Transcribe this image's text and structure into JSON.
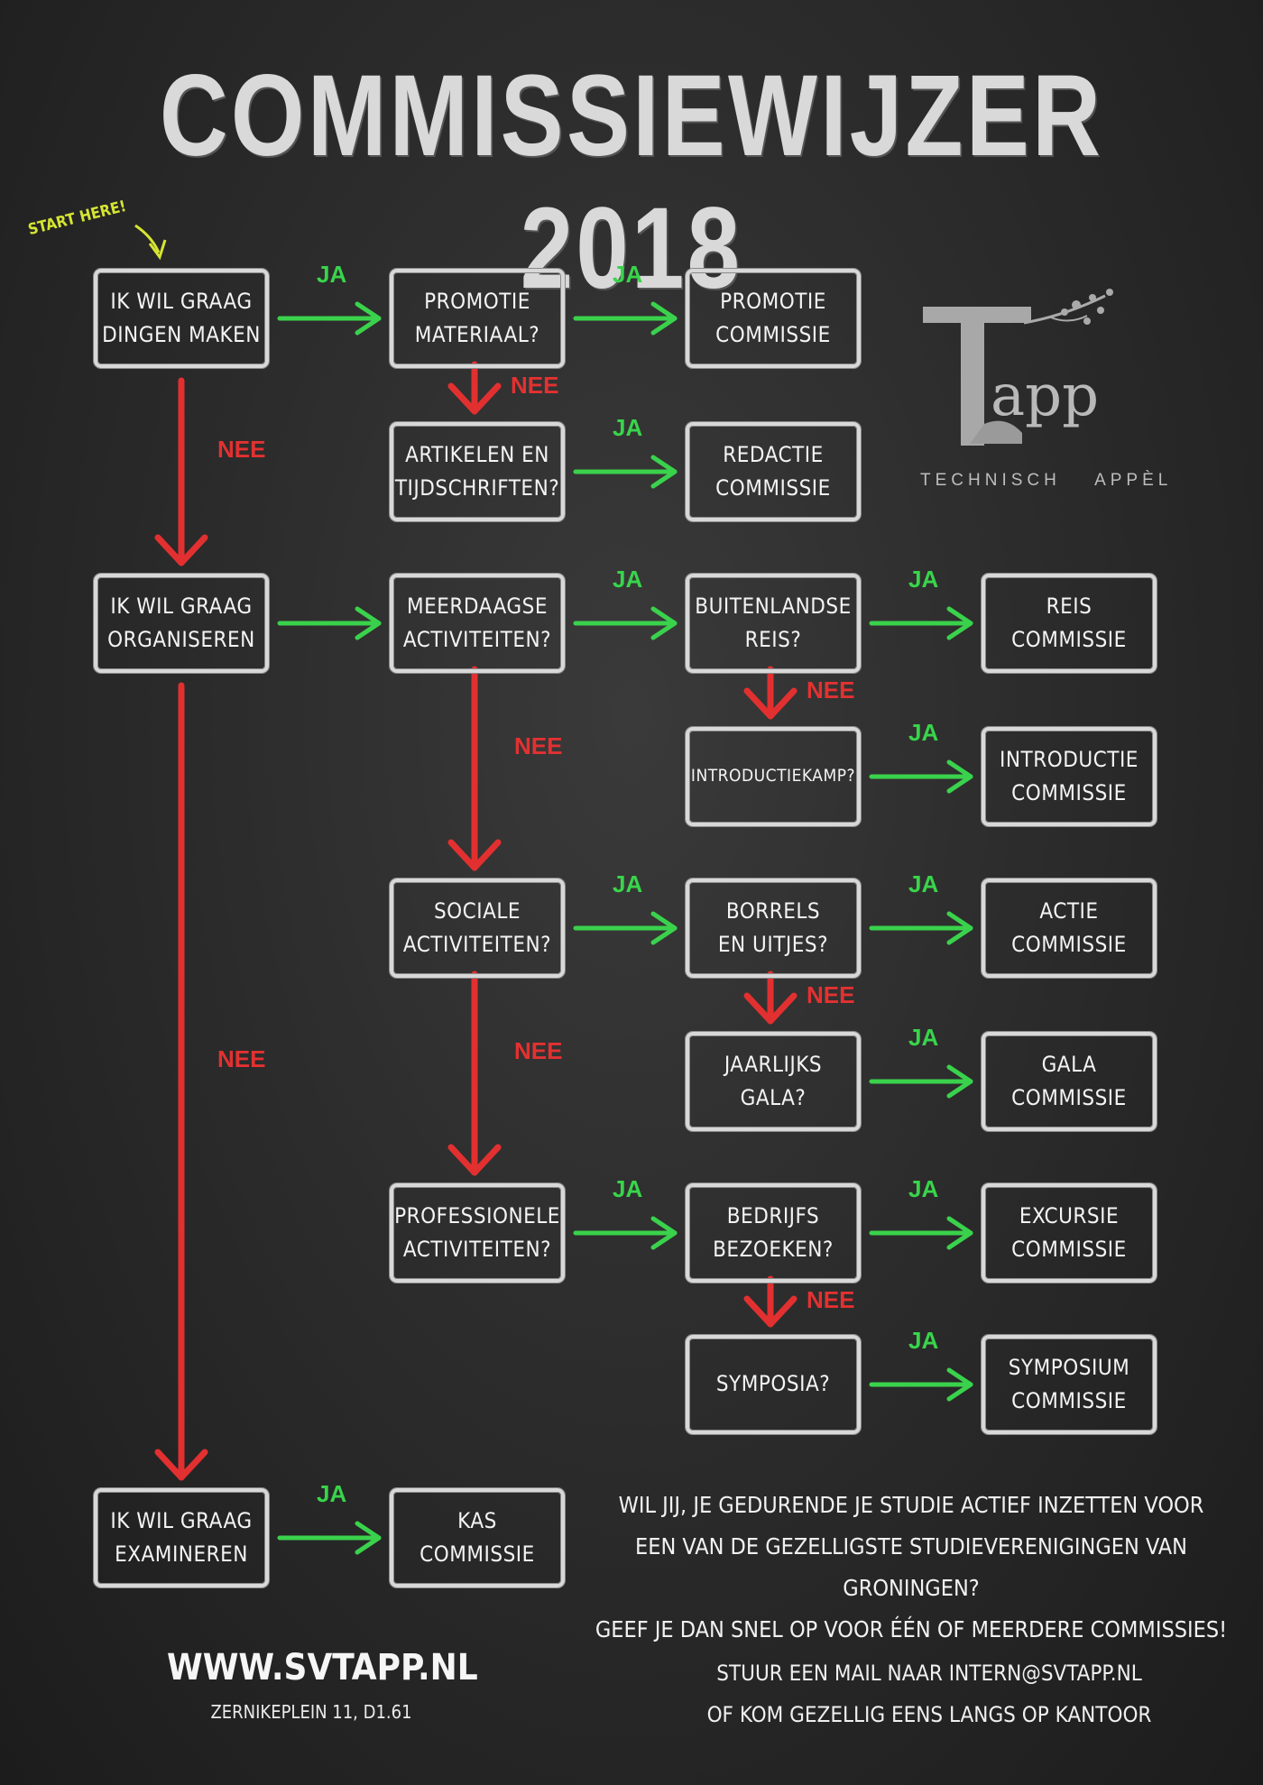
{
  "title": "COMMISSIEWIJZER 2018",
  "start_label": "START HERE!",
  "nodes": [
    {
      "id": "n1",
      "text": "IK WIL GRAAG\nDINGEN MAKEN"
    },
    {
      "id": "n2",
      "text": "PROMOTIE\nMATERIAAL?"
    },
    {
      "id": "n3",
      "text": "PROMOTIE\nCOMMISSIE"
    },
    {
      "id": "n4",
      "text": "ARTIKELEN EN\nTIJDSCHRIFTEN?"
    },
    {
      "id": "n5",
      "text": "REDACTIE\nCOMMISSIE"
    },
    {
      "id": "n6",
      "text": "IK WIL GRAAG\nORGANISEREN"
    },
    {
      "id": "n7",
      "text": "MEERDAAGSE\nACTIVITEITEN?"
    },
    {
      "id": "n8",
      "text": "BUITENLANDSE\nREIS?"
    },
    {
      "id": "n9",
      "text": "REIS\nCOMMISSIE"
    },
    {
      "id": "n10",
      "text": "INTRODUCTIEKAMP?"
    },
    {
      "id": "n11",
      "text": "INTRODUCTIE\nCOMMISSIE"
    },
    {
      "id": "n12",
      "text": "SOCIALE\nACTIVITEITEN?"
    },
    {
      "id": "n13",
      "text": "BORRELS\nEN UITJES?"
    },
    {
      "id": "n14",
      "text": "ACTIE\nCOMMISSIE"
    },
    {
      "id": "n15",
      "text": "JAARLIJKS\nGALA?"
    },
    {
      "id": "n16",
      "text": "GALA\nCOMMISSIE"
    },
    {
      "id": "n17",
      "text": "PROFESSIONELE\nACTIVITEITEN?"
    },
    {
      "id": "n18",
      "text": "BEDRIJFS\nBEZOEKEN?"
    },
    {
      "id": "n19",
      "text": "EXCURSIE\nCOMMISSIE"
    },
    {
      "id": "n20",
      "text": "SYMPOSIA?"
    },
    {
      "id": "n21",
      "text": "SYMPOSIUM\nCOMMISSIE"
    },
    {
      "id": "n22",
      "text": "IK WIL GRAAG\nEXAMINEREN"
    },
    {
      "id": "n23",
      "text": "KAS\nCOMMISSIE"
    }
  ],
  "edges": [
    {
      "from": "n1",
      "to": "n2",
      "label": "JA",
      "kind": "yes"
    },
    {
      "from": "n2",
      "to": "n3",
      "label": "JA",
      "kind": "yes"
    },
    {
      "from": "n2",
      "to": "n4",
      "label": "NEE",
      "kind": "no"
    },
    {
      "from": "n4",
      "to": "n5",
      "label": "JA",
      "kind": "yes"
    },
    {
      "from": "n1",
      "to": "n6",
      "label": "NEE",
      "kind": "no"
    },
    {
      "from": "n6",
      "to": "n7",
      "label": "",
      "kind": "yes"
    },
    {
      "from": "n7",
      "to": "n8",
      "label": "JA",
      "kind": "yes"
    },
    {
      "from": "n8",
      "to": "n9",
      "label": "JA",
      "kind": "yes"
    },
    {
      "from": "n8",
      "to": "n10",
      "label": "NEE",
      "kind": "no"
    },
    {
      "from": "n10",
      "to": "n11",
      "label": "JA",
      "kind": "yes"
    },
    {
      "from": "n7",
      "to": "n12",
      "label": "NEE",
      "kind": "no"
    },
    {
      "from": "n12",
      "to": "n13",
      "label": "JA",
      "kind": "yes"
    },
    {
      "from": "n13",
      "to": "n14",
      "label": "JA",
      "kind": "yes"
    },
    {
      "from": "n13",
      "to": "n15",
      "label": "NEE",
      "kind": "no"
    },
    {
      "from": "n15",
      "to": "n16",
      "label": "JA",
      "kind": "yes"
    },
    {
      "from": "n12",
      "to": "n17",
      "label": "NEE",
      "kind": "no"
    },
    {
      "from": "n17",
      "to": "n18",
      "label": "JA",
      "kind": "yes"
    },
    {
      "from": "n18",
      "to": "n19",
      "label": "JA",
      "kind": "yes"
    },
    {
      "from": "n18",
      "to": "n20",
      "label": "NEE",
      "kind": "no"
    },
    {
      "from": "n20",
      "to": "n21",
      "label": "JA",
      "kind": "yes"
    },
    {
      "from": "n6",
      "to": "n22",
      "label": "NEE",
      "kind": "no"
    },
    {
      "from": "n22",
      "to": "n23",
      "label": "JA",
      "kind": "yes"
    }
  ],
  "colors": {
    "yes": "#3ad24c",
    "no": "#e23030",
    "start": "#d5e532"
  },
  "logo": {
    "word": "app",
    "subtitle": "TECHNISCH APPÈL",
    "icon": "tree-t-logo-icon"
  },
  "info_text": [
    "WIL JIJ, JE GEDURENDE JE STUDIE ACTIEF INZETTEN VOOR",
    "EEN VAN DE GEZELLIGSTE STUDIEVERENIGINGEN VAN GRONINGEN?",
    "GEEF JE DAN SNEL OP VOOR ÉÉN OF MEERDERE COMMISSIES!"
  ],
  "footer": {
    "website": "WWW.SVTAPP.NL",
    "address": "ZERNIKEPLEIN 11, D1.61",
    "contact": [
      "STUUR EEN MAIL NAAR INTERN@SVTAPP.NL",
      "OF KOM GEZELLIG EENS LANGS OP KANTOOR"
    ]
  }
}
